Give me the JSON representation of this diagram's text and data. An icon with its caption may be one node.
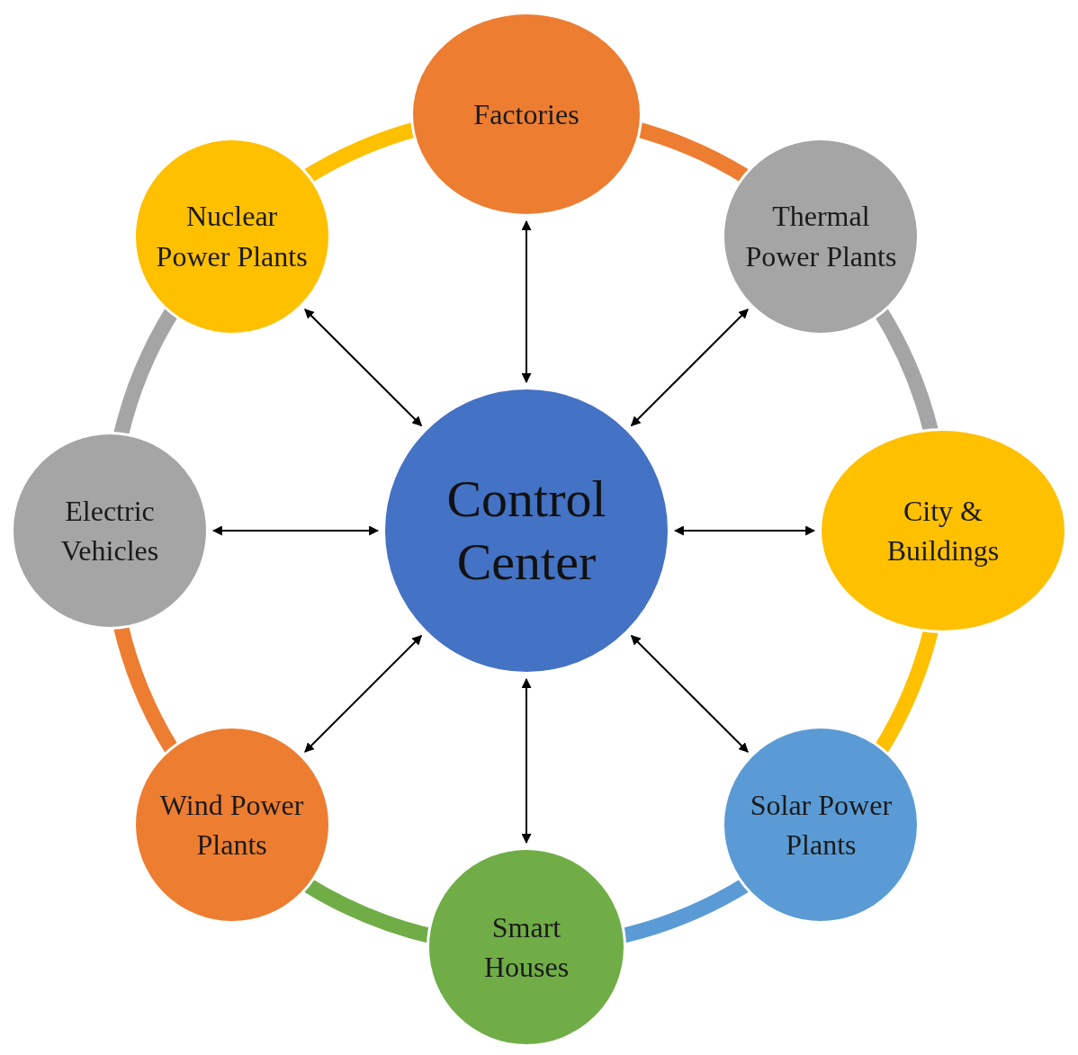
{
  "diagram": {
    "nodes": [
      {
        "text": [
          "Control Center"
        ]
      },
      {
        "text": [
          "Factories"
        ]
      },
      {
        "text": [
          "Thermal Power Plants"
        ]
      },
      {
        "text": [
          "City & Buildings"
        ]
      },
      {
        "text": [
          "Solar Power Plants"
        ]
      },
      {
        "text": [
          "Smart Houses"
        ]
      },
      {
        "text": [
          "Wind Power Plants"
        ]
      },
      {
        "text": [
          "Electric Vehicles"
        ]
      },
      {
        "text": [
          "Nuclear Power Plants"
        ]
      }
    ],
    "edges": [
      {
        "from": 0,
        "to": 1,
        "arrow": "both"
      },
      {
        "from": 0,
        "to": 2,
        "arrow": "both"
      },
      {
        "from": 0,
        "to": 3,
        "arrow": "both"
      },
      {
        "from": 0,
        "to": 4,
        "arrow": "both"
      },
      {
        "from": 0,
        "to": 5,
        "arrow": "both"
      },
      {
        "from": 0,
        "to": 6,
        "arrow": "both"
      },
      {
        "from": 0,
        "to": 7,
        "arrow": "both"
      },
      {
        "from": 0,
        "to": 8,
        "arrow": "both"
      },
      {
        "from": 1,
        "to": 2,
        "arrow": "none",
        "style": "thick",
        "color": "#ed7d31"
      },
      {
        "from": 2,
        "to": 3,
        "arrow": "none",
        "style": "thick",
        "color": "#a5a5a5"
      },
      {
        "from": 3,
        "to": 4,
        "arrow": "none",
        "style": "thick",
        "color": "#ffc000"
      },
      {
        "from": 4,
        "to": 5,
        "arrow": "none",
        "style": "thick",
        "color": "#5b9bd5"
      },
      {
        "from": 5,
        "to": 6,
        "arrow": "none",
        "style": "thick",
        "color": "#70ad47"
      },
      {
        "from": 6,
        "to": 7,
        "arrow": "none",
        "style": "thick",
        "color": "#ed7d31"
      },
      {
        "from": 7,
        "to": 8,
        "arrow": "none",
        "style": "thick",
        "color": "#a5a5a5"
      },
      {
        "from": 8,
        "to": 1,
        "arrow": "none",
        "style": "thick",
        "color": "#ffc000"
      }
    ]
  }
}
